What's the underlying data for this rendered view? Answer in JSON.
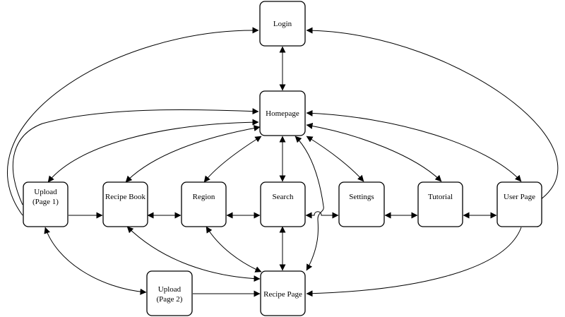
{
  "nodes": {
    "login": "Login",
    "homepage": "Homepage",
    "upload1": [
      "Upload",
      "(Page 1)"
    ],
    "recipebook": "Recipe Book",
    "region": "Region",
    "search": "Search",
    "settings": "Settings",
    "tutorial": "Tutorial",
    "userpage": "User Page",
    "upload2": [
      "Upload",
      "(Page 2)"
    ],
    "recipepage": "Recipe Page"
  },
  "edges": [
    {
      "from": "login",
      "to": "homepage",
      "direction": "both"
    },
    {
      "from": "upload1",
      "to": "login",
      "direction": "forward"
    },
    {
      "from": "userpage",
      "to": "login",
      "direction": "forward"
    },
    {
      "from": "homepage",
      "to": "upload1",
      "direction": "both"
    },
    {
      "from": "homepage",
      "to": "recipebook",
      "direction": "both"
    },
    {
      "from": "homepage",
      "to": "region",
      "direction": "both"
    },
    {
      "from": "homepage",
      "to": "search",
      "direction": "both"
    },
    {
      "from": "homepage",
      "to": "settings",
      "direction": "both"
    },
    {
      "from": "homepage",
      "to": "tutorial",
      "direction": "both"
    },
    {
      "from": "homepage",
      "to": "userpage",
      "direction": "both"
    },
    {
      "from": "upload1",
      "to": "homepage",
      "direction": "forward"
    },
    {
      "from": "recipepage",
      "to": "homepage",
      "direction": "both"
    },
    {
      "from": "upload1",
      "to": "recipebook",
      "direction": "forward"
    },
    {
      "from": "recipebook",
      "to": "region",
      "direction": "both"
    },
    {
      "from": "region",
      "to": "search",
      "direction": "both"
    },
    {
      "from": "search",
      "to": "settings",
      "direction": "both"
    },
    {
      "from": "settings",
      "to": "tutorial",
      "direction": "both"
    },
    {
      "from": "tutorial",
      "to": "userpage",
      "direction": "both"
    },
    {
      "from": "upload1",
      "to": "upload2",
      "direction": "both"
    },
    {
      "from": "upload2",
      "to": "recipepage",
      "direction": "forward"
    },
    {
      "from": "recipebook",
      "to": "recipepage",
      "direction": "both"
    },
    {
      "from": "region",
      "to": "recipepage",
      "direction": "both"
    },
    {
      "from": "search",
      "to": "recipepage",
      "direction": "both"
    },
    {
      "from": "userpage",
      "to": "recipepage",
      "direction": "forward"
    }
  ]
}
